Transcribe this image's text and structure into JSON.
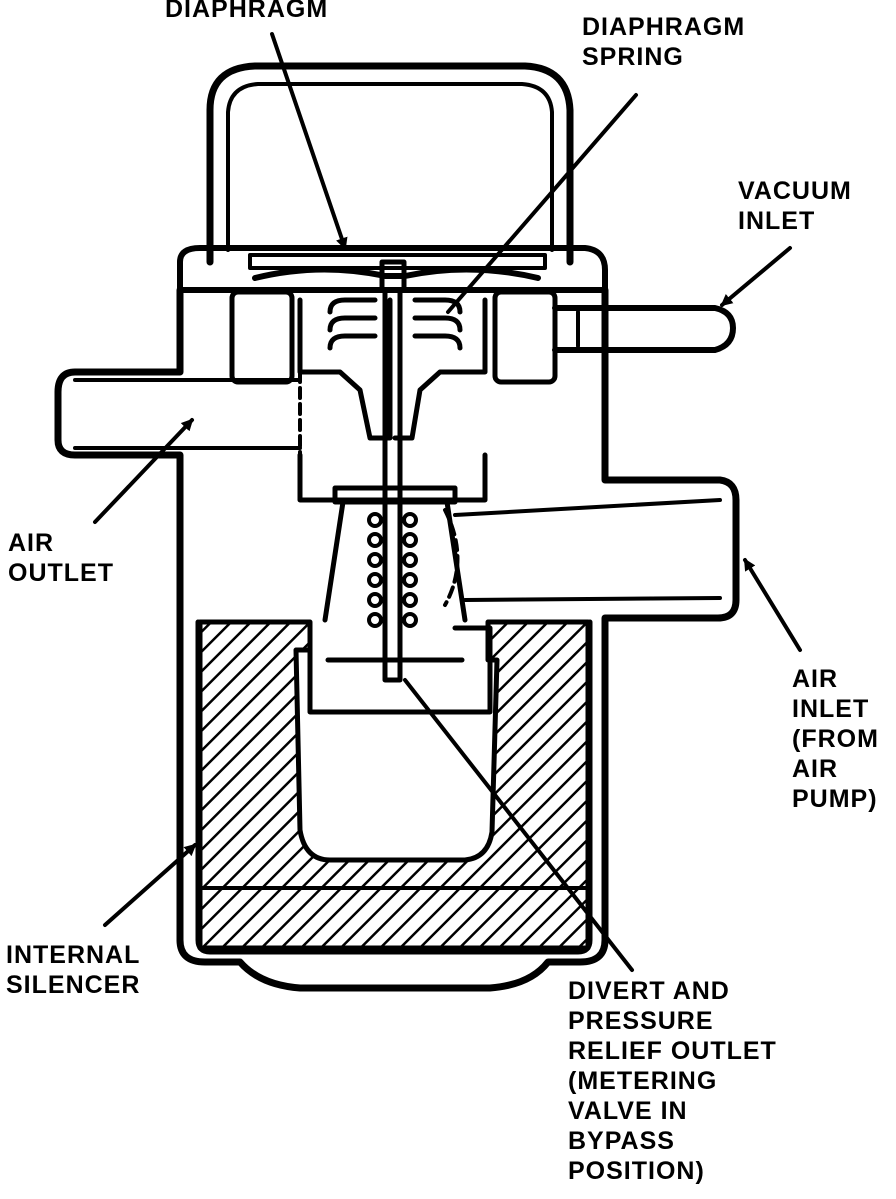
{
  "labels": {
    "diaphragm": [
      "DIAPHRAGM"
    ],
    "diaphragm_spring": [
      "DIAPHRAGM",
      "SPRING"
    ],
    "vacuum_inlet": [
      "VACUUM",
      "INLET"
    ],
    "air_outlet": [
      "AIR",
      "OUTLET"
    ],
    "air_inlet": [
      "AIR",
      "INLET",
      "(FROM",
      "AIR",
      "PUMP)"
    ],
    "internal_silencer": [
      "INTERNAL",
      "SILENCER"
    ],
    "divert_outlet": [
      "DIVERT AND",
      "PRESSURE",
      "RELIEF OUTLET",
      "(METERING",
      "VALVE IN",
      "BYPASS",
      "POSITION)"
    ]
  },
  "colors": {
    "ink": "#000000",
    "paper": "#ffffff"
  }
}
